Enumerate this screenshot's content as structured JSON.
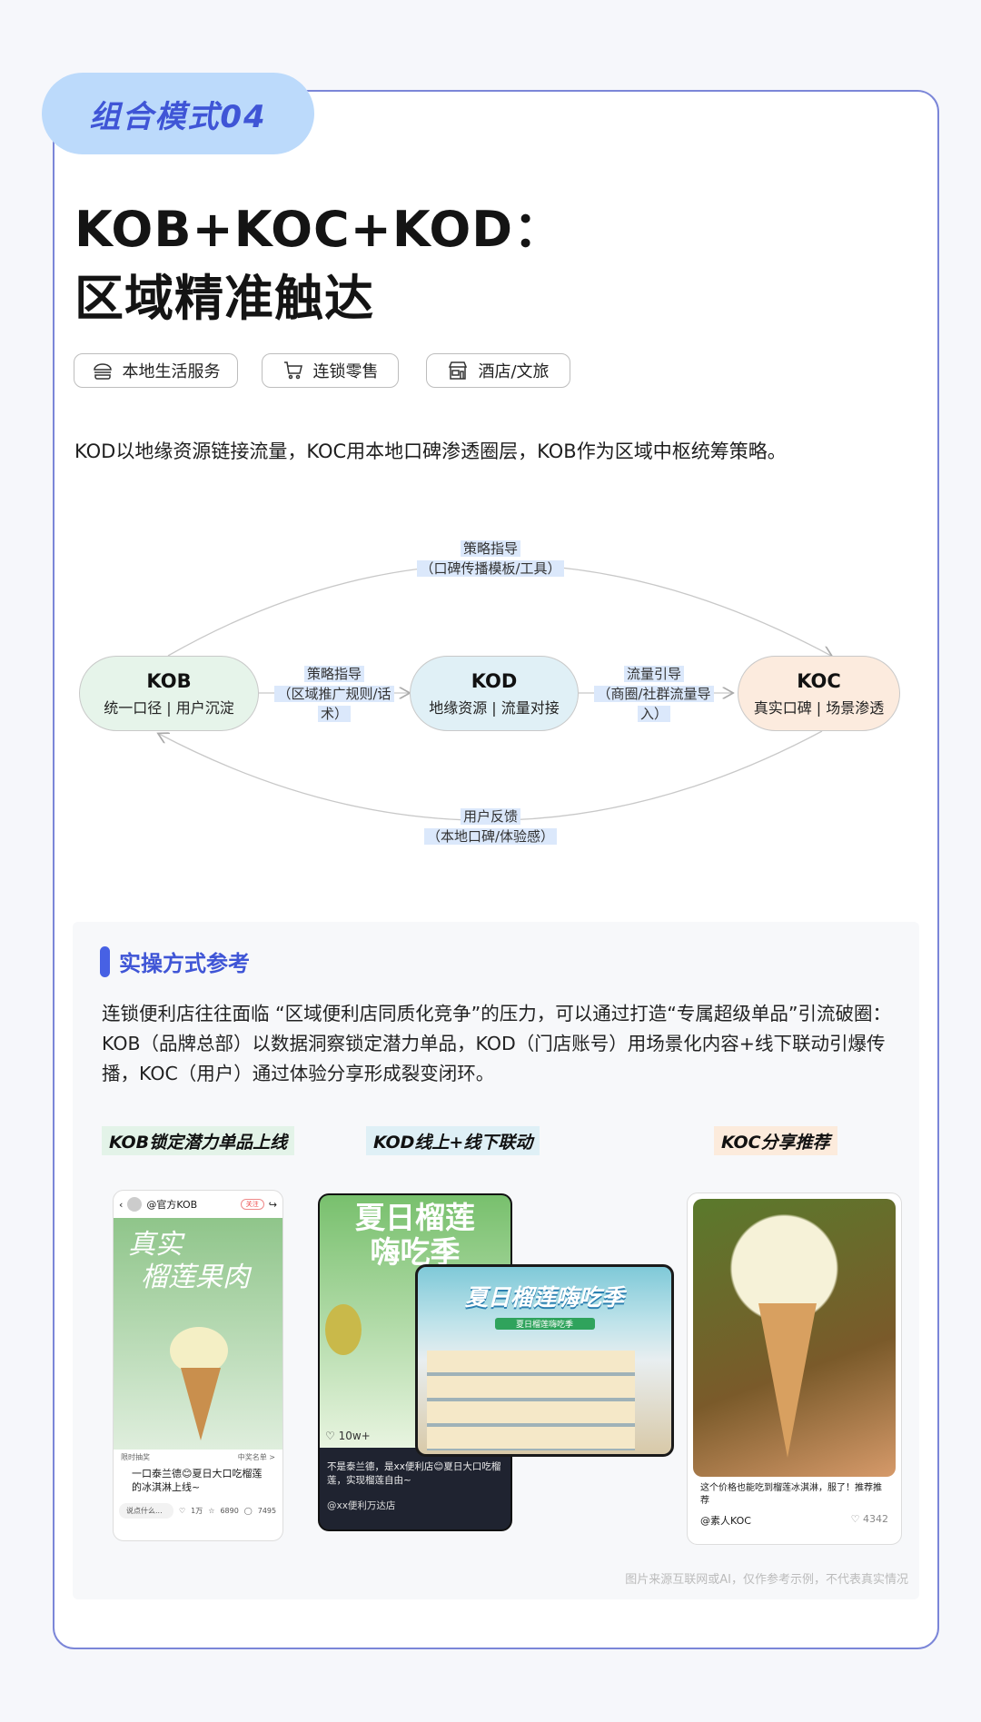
{
  "badge": "组合模式04",
  "title": {
    "line1": "KOB+KOC+KOD：",
    "line2": "区域精准触达"
  },
  "tags": [
    {
      "icon": "burger-icon",
      "label": "本地生活服务"
    },
    {
      "icon": "cart-icon",
      "label": "连锁零售"
    },
    {
      "icon": "store-icon",
      "label": "酒店/文旅"
    }
  ],
  "intro": "KOD以地缘资源链接流量，KOC用本地口碑渗透圈层，KOB作为区域中枢统筹策略。",
  "diagram": {
    "nodes": [
      {
        "name": "KOB",
        "desc": "统一口径 | 用户沉淀",
        "color": "#e6f4ea"
      },
      {
        "name": "KOD",
        "desc": "地缘资源 | 流量对接",
        "color": "#e0f0f6"
      },
      {
        "name": "KOC",
        "desc": "真实口碑 | 场景渗透",
        "color": "#fcebde"
      }
    ],
    "edges": {
      "top": {
        "l1": "策略指导",
        "l2": "（口碑传播模板/工具）"
      },
      "kob_kod": {
        "l1": "策略指导",
        "l2": "（区域推广规则/话",
        "l3": "术）"
      },
      "kod_koc": {
        "l1": "流量引导",
        "l2": "（商圈/社群流量导",
        "l3": "入）"
      },
      "bottom": {
        "l1": "用户反馈",
        "l2": "（本地口碑/体验感）"
      }
    }
  },
  "practice": {
    "title": "实操方式参考",
    "text": "连锁便利店往往面临 “区域便利店同质化竞争”的压力，可以通过打造“专属超级单品”引流破圈：KOB（品牌总部）以数据洞察锁定潜力单品，KOD（门店账号）用场景化内容+线下联动引爆传播，KOC（用户）通过体验分享形成裂变闭环。",
    "columns": [
      {
        "label": "KOB锁定潜力单品上线",
        "color": "#e3f3e8"
      },
      {
        "label": "KOD线上+线下联动",
        "color": "#dff0f6"
      },
      {
        "label": "KOC分享推荐",
        "color": "#fcebdc"
      }
    ]
  },
  "kob_post": {
    "account": "@官方KOB",
    "follow": "关注",
    "art1": "真实",
    "art2": "榴莲果肉",
    "promo": "限时抽奖",
    "promo_right": "中奖名单 >",
    "caption": "一口泰兰德😊夏日大口吃榴莲的冰淇淋上线~",
    "comment_placeholder": "说点什么...",
    "likes": "1万",
    "stars": "6890",
    "comments": "7495"
  },
  "kod_post": {
    "poster1": "夏日榴莲",
    "poster2": "嗨吃季",
    "likes": "10w+",
    "overlay_title": "夏日榴莲嗨吃季",
    "overlay_sub": "夏日榴莲嗨吃季",
    "caption": "不是泰兰德，是xx便利店😊夏日大口吃榴莲，实现榴莲自由~",
    "account": "@xx便利万达店"
  },
  "koc_post": {
    "caption": "这个价格也能吃到榴莲冰淇淋，服了！推荐推荐",
    "account": "@素人KOC",
    "likes": "4342"
  },
  "disclaimer": "图片来源互联网或AI，仅作参考示例，不代表真实情况"
}
